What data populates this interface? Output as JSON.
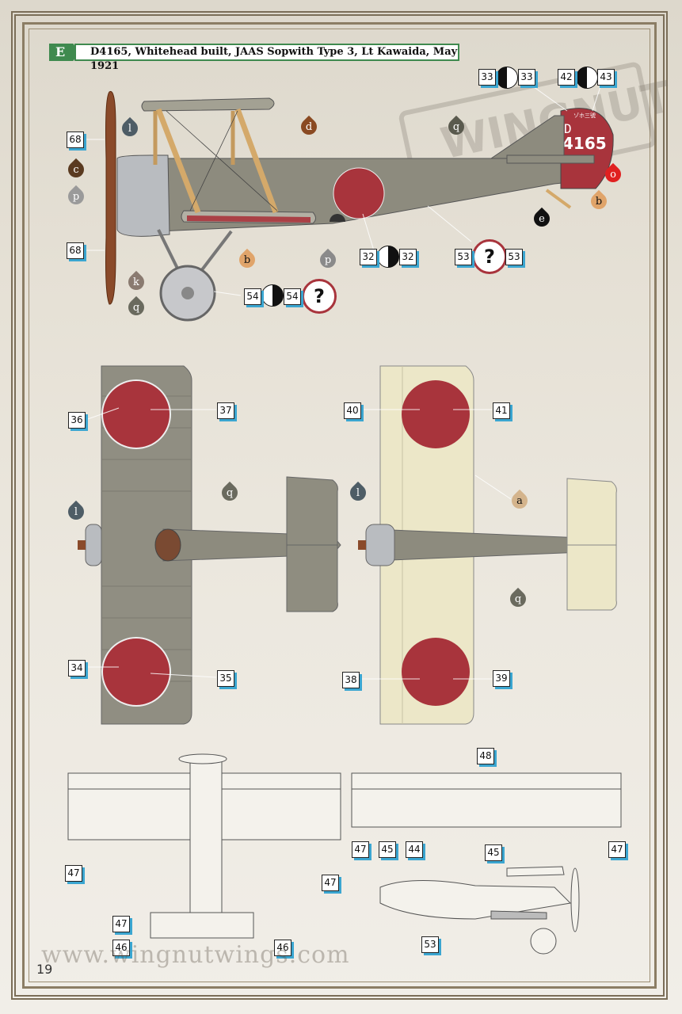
{
  "header": {
    "badge": "E",
    "title": "D4165, Whitehead built, JAAS Sopwith Type 3, Lt Kawaida, May 1921"
  },
  "serial": {
    "letter": "D",
    "number": "4165",
    "kana": "ゾホ三號"
  },
  "watermark": "WINGNUT",
  "footer": {
    "website": "www.wingnutwings.com",
    "page": "19"
  },
  "callouts": {
    "c68a": "68",
    "c68b": "68",
    "c33a": "33",
    "c33b": "33",
    "c42": "42",
    "c43": "43",
    "c32a": "32",
    "c32b": "32",
    "c53a": "53",
    "c53b": "53",
    "c54a": "54",
    "c54b": "54",
    "c36": "36",
    "c37": "37",
    "c34": "34",
    "c35": "35",
    "c40": "40",
    "c41": "41",
    "c38": "38",
    "c39": "39",
    "c48": "48",
    "c47a": "47",
    "c47b": "47",
    "c47c": "47",
    "c47d": "47",
    "c47e": "47",
    "c45a": "45",
    "c45b": "45",
    "c44": "44",
    "c46a": "46",
    "c46b": "46",
    "c53c": "53"
  },
  "paint_drops": {
    "l1": "l",
    "d": "d",
    "c": "c",
    "p1": "p",
    "b1": "b",
    "p2": "p",
    "k": "k",
    "q1": "q",
    "q2": "q",
    "o": "o",
    "b2": "b",
    "e": "e",
    "l2": "l",
    "q3": "q",
    "l3": "l",
    "a": "a",
    "q4": "q"
  },
  "colors": {
    "fuselage": "#8d8b7e",
    "roundel": "#a8343c",
    "cowling": "#b9bcc0",
    "upper_wing": "#908e82",
    "lower_wing": "#ece7c8",
    "strut": "#d4a96a",
    "propeller": "#8a4a2a",
    "callout_shadow": "#3ba6d1",
    "header_green": "#3f8a4f"
  }
}
